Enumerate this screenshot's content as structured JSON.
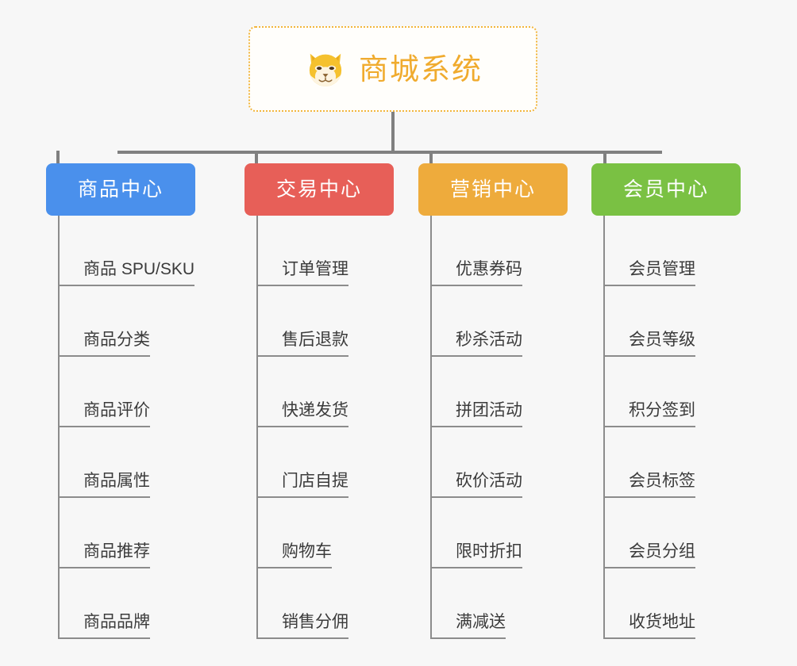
{
  "root": {
    "title": "商城系统",
    "icon": "shiba-dog-emoji",
    "border_color": "#f2b53c",
    "text_color": "#f0ab2e"
  },
  "connector_color": "#808080",
  "background_color": "#f7f7f7",
  "categories": [
    {
      "label": "商品中心",
      "color": "#4a90ec",
      "items": [
        "商品 SPU/SKU",
        "商品分类",
        "商品评价",
        "商品属性",
        "商品推荐",
        "商品品牌"
      ]
    },
    {
      "label": "交易中心",
      "color": "#e75f58",
      "items": [
        "订单管理",
        "售后退款",
        "快递发货",
        "门店自提",
        "购物车",
        "销售分佣"
      ]
    },
    {
      "label": "营销中心",
      "color": "#eeab3c",
      "items": [
        "优惠券码",
        "秒杀活动",
        "拼团活动",
        "砍价活动",
        "限时折扣",
        "满减送"
      ]
    },
    {
      "label": "会员中心",
      "color": "#7ac143",
      "items": [
        "会员管理",
        "会员等级",
        "积分签到",
        "会员标签",
        "会员分组",
        "收货地址"
      ]
    }
  ]
}
